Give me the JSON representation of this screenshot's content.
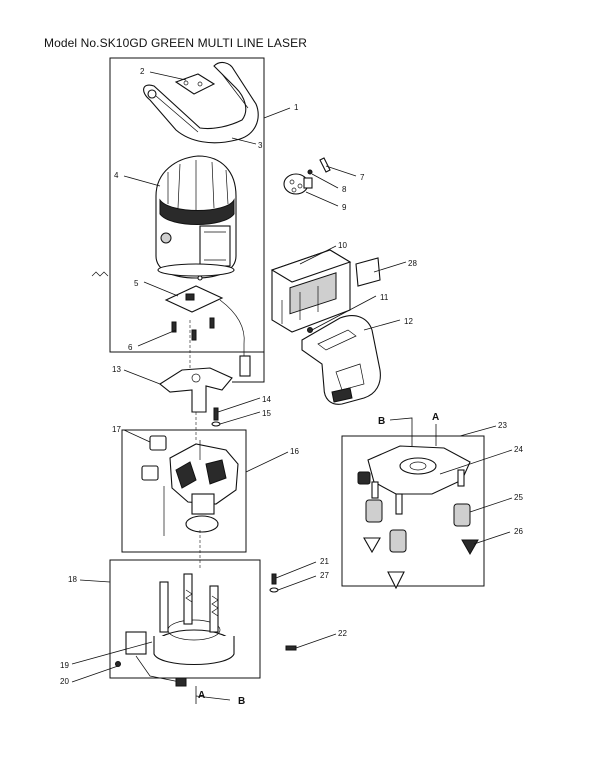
{
  "title": "Model No.SK10GD GREEN MULTI LINE LASER",
  "labels": {
    "n1": "1",
    "n2": "2",
    "n3": "3",
    "n4": "4",
    "n5": "5",
    "n6": "6",
    "n7": "7",
    "n8": "8",
    "n9": "9",
    "n10": "10",
    "n11": "11",
    "n12": "12",
    "n13": "13",
    "n14": "14",
    "n15": "15",
    "n16": "16",
    "n17": "17",
    "n18": "18",
    "n19": "19",
    "n20": "20",
    "n21": "21",
    "n22": "22",
    "n23": "23",
    "n24": "24",
    "n25": "25",
    "n26": "26",
    "n27": "27",
    "n28": "28",
    "A_top": "A",
    "B_top": "B",
    "A_bottom": "A",
    "B_bottom": "B"
  }
}
